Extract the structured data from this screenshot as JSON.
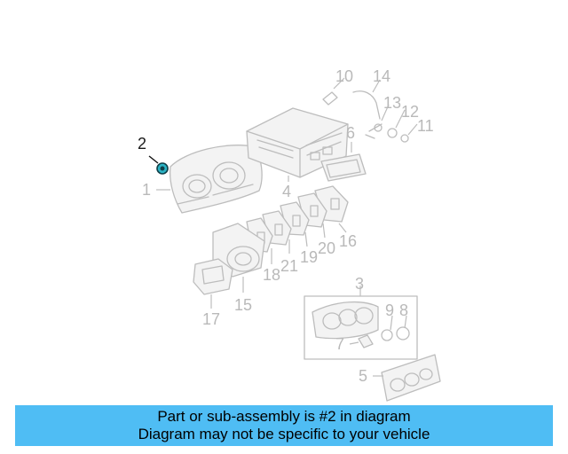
{
  "diagram": {
    "highlighted_part": "2",
    "callouts": [
      "1",
      "2",
      "3",
      "4",
      "5",
      "6",
      "7",
      "8",
      "9",
      "10",
      "11",
      "12",
      "13",
      "14",
      "15",
      "16",
      "17",
      "18",
      "19",
      "20",
      "21"
    ]
  },
  "banner": {
    "line1": "Part or sub-assembly is #2 in diagram",
    "line2": "Diagram may not be specific to your vehicle"
  },
  "colors": {
    "banner_bg": "#4fbdf4",
    "highlight": "#2bb3c4"
  }
}
